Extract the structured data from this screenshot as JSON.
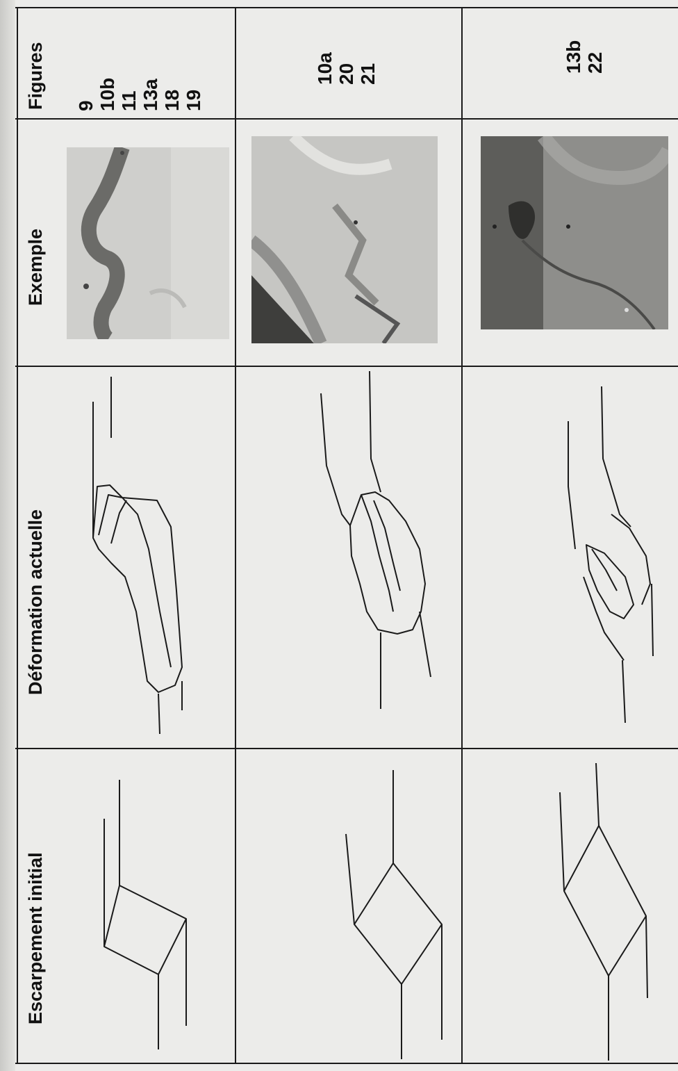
{
  "headers": {
    "figures": "Figures",
    "exemple": "Exemple",
    "deformation": "Déformation actuelle",
    "escarpement": "Escarpement initial"
  },
  "rows": [
    {
      "figures": [
        "9",
        "10b",
        "11",
        "13a",
        "18",
        "19"
      ]
    },
    {
      "figures": [
        "10a",
        "20",
        "21"
      ]
    },
    {
      "figures": [
        "13b",
        "22"
      ]
    }
  ]
}
